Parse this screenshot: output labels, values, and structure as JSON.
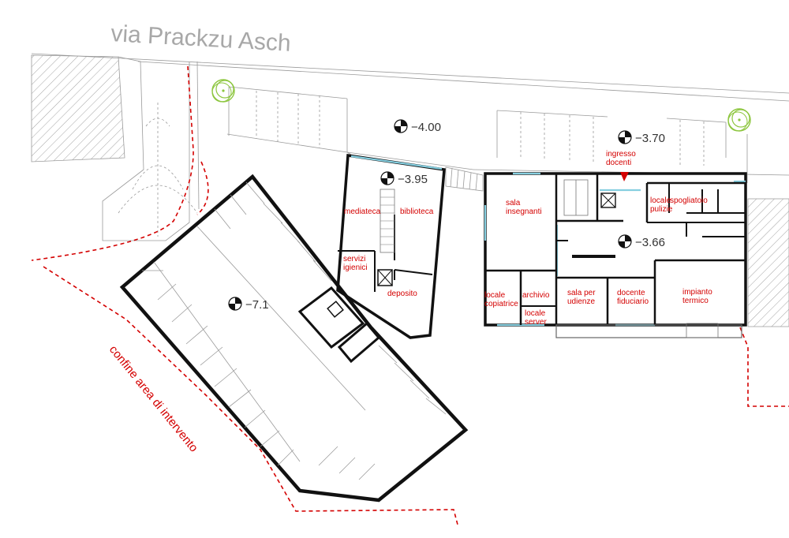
{
  "street_name": "via Prackzu Asch",
  "boundary_label": "confine area di intervento",
  "levels": {
    "road_west": "−4.00",
    "road_east": "−3.70",
    "library_entry": "−3.95",
    "admin_floor": "−3.66",
    "parking": "−7.1"
  },
  "entrance_label": "ingresso\ndocenti",
  "library_rooms": {
    "mediateca": "mediateca",
    "biblioteca": "biblioteca",
    "servizi_igienici": "servizi\nigienici",
    "deposito": "deposito"
  },
  "admin_rooms": {
    "sala_insegnanti": "sala\ninsegnanti",
    "locale_pulizie": "locale\npulizie",
    "spogliatoio": "spogliatoio",
    "locale_copiatrice": "locale\ncopiatrice",
    "archivio": "archivio",
    "locale_server": "locale\nserver",
    "sala_per_udienze": "sala per\nudienze",
    "docente_fiduciario": "docente\nfiduciario",
    "impianto_termico": "impianto\ntermico"
  },
  "colors": {
    "labels": "#d40000",
    "walls": "#111111",
    "windows": "#86cfe0",
    "trees": "#8dc63f",
    "context": "#9a9a9a"
  },
  "icons": [
    "level-marker-icon",
    "tree-icon",
    "entrance-arrow-icon"
  ]
}
